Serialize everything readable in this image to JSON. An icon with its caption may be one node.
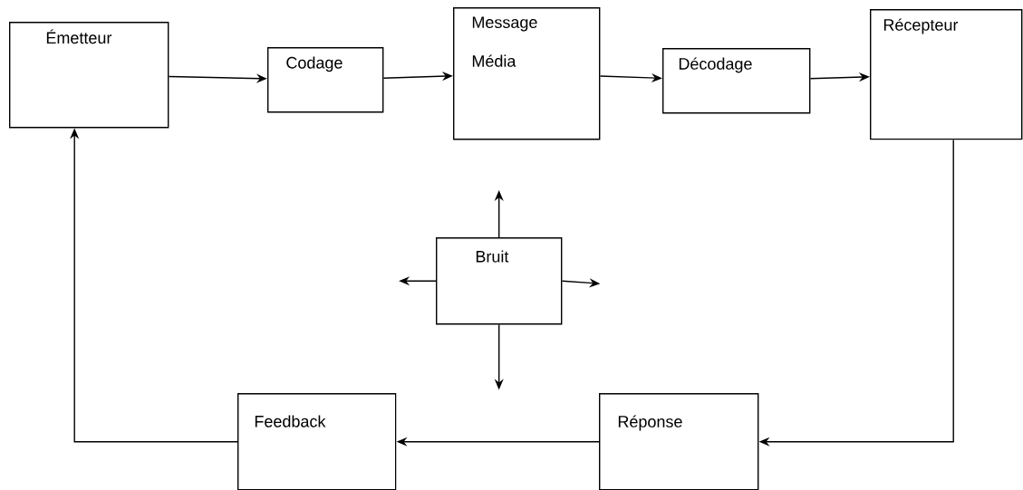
{
  "diagram": {
    "nodes": [
      {
        "text": [
          "Émetteur"
        ]
      },
      {
        "text": [
          "Codage"
        ]
      },
      {
        "text": [
          "Message",
          "Média"
        ]
      },
      {
        "text": [
          "Décodage"
        ]
      },
      {
        "text": [
          "Récepteur"
        ]
      },
      {
        "text": [
          "Bruit"
        ]
      },
      {
        "text": [
          "Feedback"
        ]
      },
      {
        "text": [
          "Réponse"
        ]
      }
    ],
    "edges": [
      {
        "from": 0,
        "to": 1,
        "arrow": "to"
      },
      {
        "from": 1,
        "to": 2,
        "arrow": "to"
      },
      {
        "from": 2,
        "to": 3,
        "arrow": "to"
      },
      {
        "from": 3,
        "to": 4,
        "arrow": "to"
      },
      {
        "from": 4,
        "to": 7,
        "arrow": "to"
      },
      {
        "from": 7,
        "to": 6,
        "arrow": "to"
      },
      {
        "from": 6,
        "to": 0,
        "arrow": "to"
      },
      {
        "from": 5,
        "to": null,
        "arrow": "to"
      },
      {
        "from": 5,
        "to": null,
        "arrow": "to"
      },
      {
        "from": 5,
        "to": null,
        "arrow": "to"
      },
      {
        "from": 5,
        "to": null,
        "arrow": "to"
      }
    ]
  }
}
